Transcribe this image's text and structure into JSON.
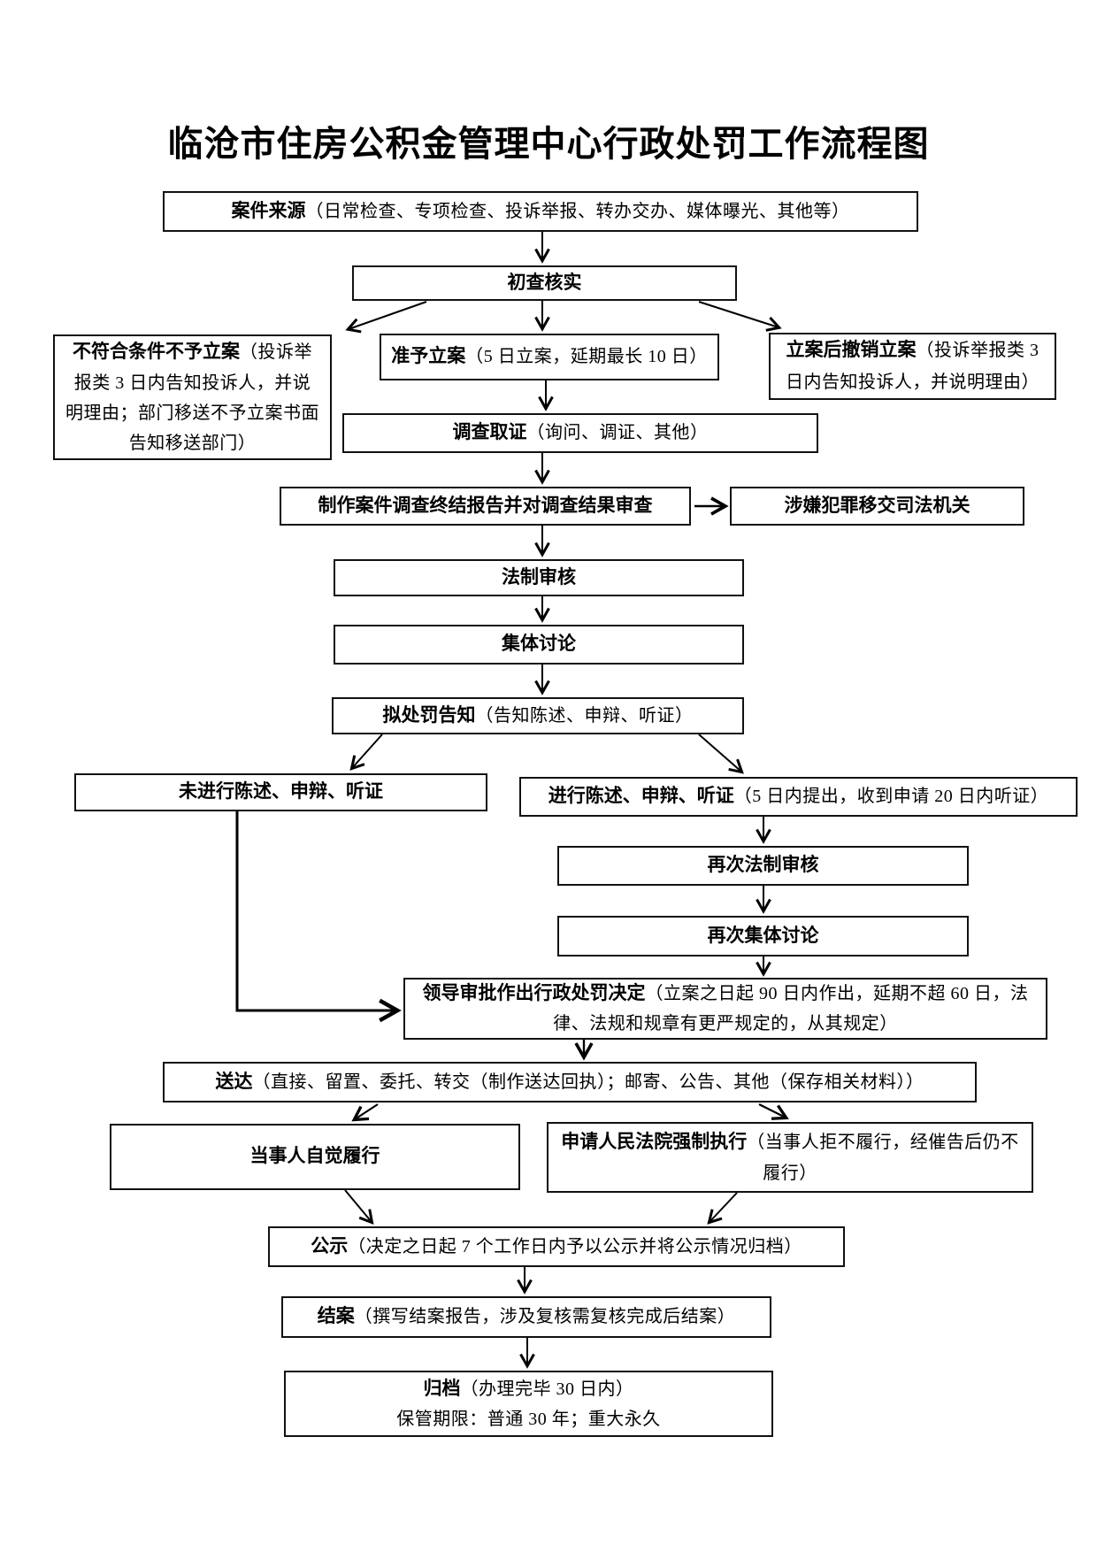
{
  "page": {
    "title": "临沧市住房公积金管理中心行政处罚工作流程图"
  },
  "nodes": {
    "source": {
      "label": "案件来源",
      "detail": "（日常检查、专项检查、投诉举报、转办交办、媒体曝光、其他等）"
    },
    "initial_check": {
      "label": "初查核实"
    },
    "no_case": {
      "label": "不符合条件不予立案",
      "detail": "（投诉举报类 3 日内告知投诉人，并说明理由；部门移送不予立案书面告知移送部门）"
    },
    "approve_case": {
      "label": "准予立案",
      "detail": "（5 日立案，延期最长 10 日）"
    },
    "withdraw_case": {
      "label": "立案后撤销立案",
      "detail": "（投诉举报类 3 日内告知投诉人，并说明理由）"
    },
    "evidence": {
      "label": "调查取证",
      "detail": "（询问、调证、其他）"
    },
    "report": {
      "label": "制作案件调查终结报告并对调查结果审查"
    },
    "transfer": {
      "label": "涉嫌犯罪移交司法机关"
    },
    "legal_review": {
      "label": "法制审核"
    },
    "group_discussion": {
      "label": "集体讨论"
    },
    "penalty_notice": {
      "label": "拟处罚告知",
      "detail": "（告知陈述、申辩、听证）"
    },
    "no_statement": {
      "label": "未进行陈述、申辩、听证"
    },
    "statement": {
      "label": "进行陈述、申辩、听证",
      "detail": "（5 日内提出，收到申请 20 日内听证）"
    },
    "legal_review_2": {
      "label": "再次法制审核"
    },
    "group_discussion_2": {
      "label": "再次集体讨论"
    },
    "decision": {
      "label": "领导审批作出行政处罚决定",
      "detail": "（立案之日起 90 日内作出，延期不超 60 日，法律、法规和规章有更严规定的，从其规定）"
    },
    "delivery": {
      "label": "送达",
      "detail": "（直接、留置、委托、转交（制作送达回执）；邮寄、公告、其他（保存相关材料））"
    },
    "voluntary": {
      "label": "当事人自觉履行"
    },
    "enforcement": {
      "label": "申请人民法院强制执行",
      "detail": "（当事人拒不履行，经催告后仍不履行）"
    },
    "publicity": {
      "label": "公示",
      "detail": "（决定之日起 7 个工作日内予以公示并将公示情况归档）"
    },
    "closing": {
      "label": "结案",
      "detail": "（撰写结案报告，涉及复核需复核完成后结案）"
    },
    "archive": {
      "label": "归档",
      "detail": "（办理完毕 30 日内）",
      "detail2": "保管期限：普通 30 年；重大永久"
    }
  }
}
